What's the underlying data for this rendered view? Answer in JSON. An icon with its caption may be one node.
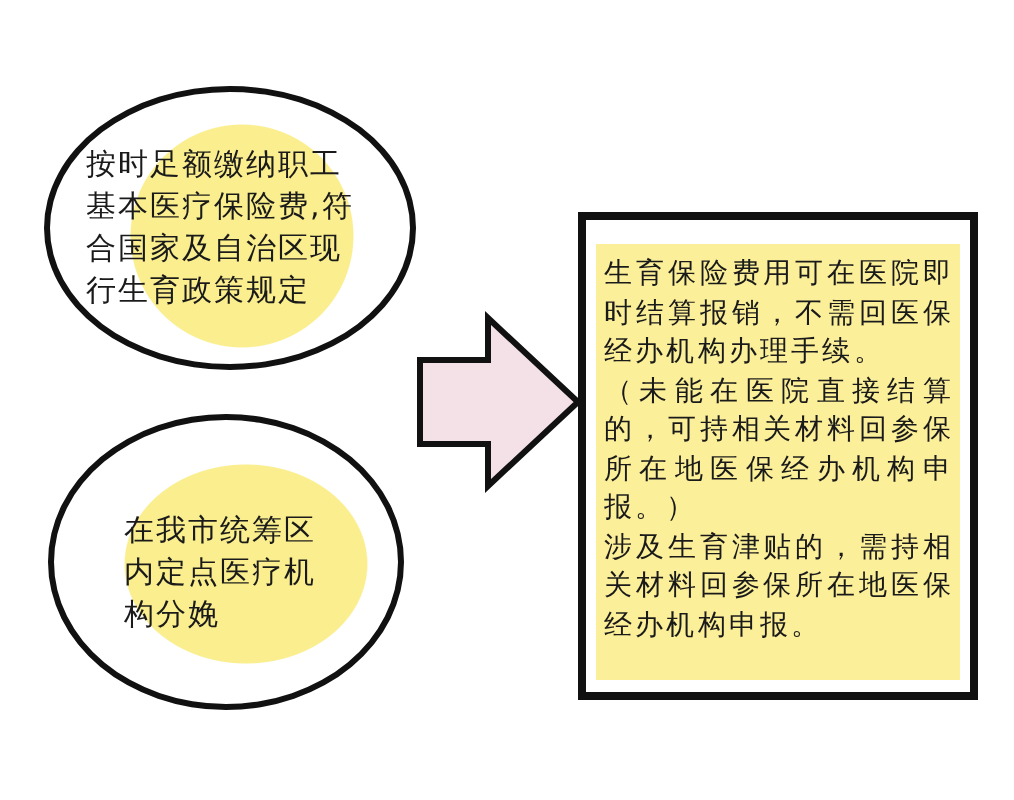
{
  "diagram": {
    "nodes": [
      {
        "text": [
          "按时足额缴纳职工基本医疗保险费,符合国家及自治区现行生育政策规定"
        ]
      },
      {
        "text": [
          "在我市统筹区内定点医疗机构分娩"
        ]
      },
      {
        "text": [
          "生育保险费用可在医院即时结算报销，不需回医保经办机构办理手续。",
          "（未能在医院直接结算的，可持相关材料回参保所在地医保经办机构申报。）",
          "涉及生育津贴的，需持相关材料回参保所在地医保经办机构申报。"
        ]
      }
    ],
    "edges": [
      {
        "from": 0,
        "to": 2,
        "arrow": "to"
      },
      {
        "from": 1,
        "to": 2,
        "arrow": "to"
      }
    ]
  }
}
